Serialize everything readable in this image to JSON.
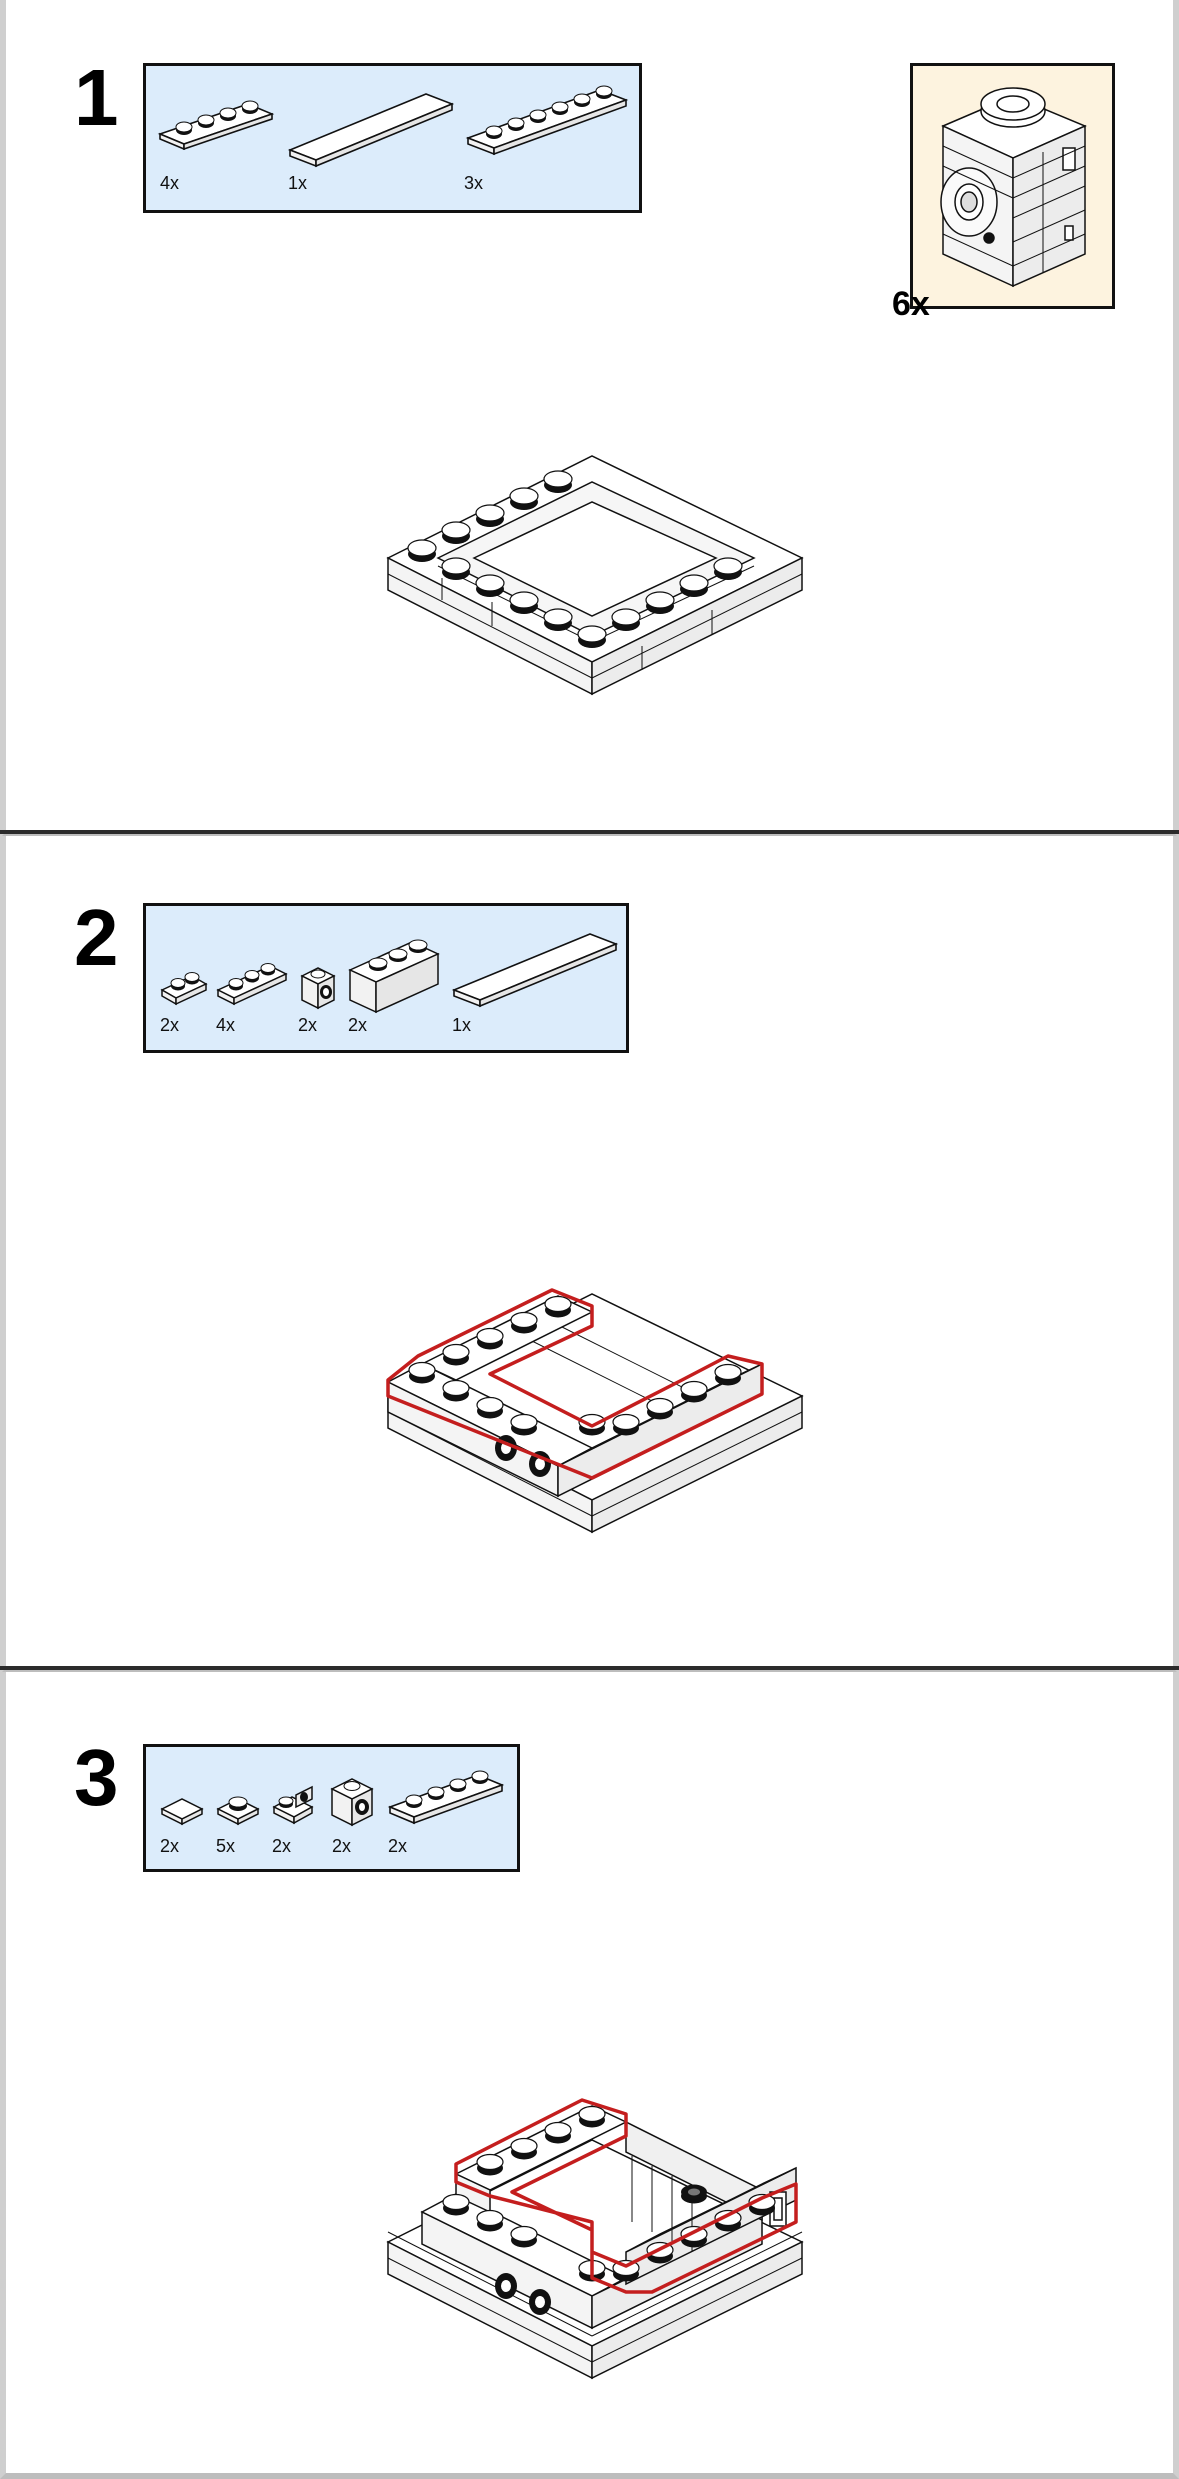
{
  "submodel": {
    "quantity": "6x"
  },
  "steps": [
    {
      "number": "1",
      "parts": [
        {
          "kind": "plate-1x4",
          "icon": "plate-1x4-icon",
          "qty": "4x"
        },
        {
          "kind": "tile-1x6",
          "icon": "tile-1x6-icon",
          "qty": "1x"
        },
        {
          "kind": "plate-1x6",
          "icon": "plate-1x6-icon",
          "qty": "3x"
        }
      ]
    },
    {
      "number": "2",
      "parts": [
        {
          "kind": "plate-1x2",
          "icon": "plate-1x2-icon",
          "qty": "2x"
        },
        {
          "kind": "plate-1x3",
          "icon": "plate-1x3-icon",
          "qty": "4x"
        },
        {
          "kind": "brick-1x1-stud",
          "icon": "brick-1x1-side-stud-icon",
          "qty": "2x"
        },
        {
          "kind": "brick-1x3",
          "icon": "brick-1x3-icon",
          "qty": "2x"
        },
        {
          "kind": "tile-1x6",
          "icon": "tile-1x6-icon",
          "qty": "1x"
        }
      ]
    },
    {
      "number": "3",
      "parts": [
        {
          "kind": "tile-1x1",
          "icon": "tile-1x1-icon",
          "qty": "2x"
        },
        {
          "kind": "plate-1x1",
          "icon": "plate-1x1-icon",
          "qty": "5x"
        },
        {
          "kind": "bracket-1x1",
          "icon": "bracket-1x1-icon",
          "qty": "2x"
        },
        {
          "kind": "brick-1x1-stud",
          "icon": "brick-1x1-side-stud-icon",
          "qty": "2x"
        },
        {
          "kind": "plate-1x4",
          "icon": "plate-1x4-icon",
          "qty": "2x"
        }
      ]
    }
  ],
  "colors": {
    "parts_box": "#dcecfb",
    "submodel_box": "#fdf3df",
    "highlight": "#c41e1e",
    "separator": "#2b2b2b"
  }
}
